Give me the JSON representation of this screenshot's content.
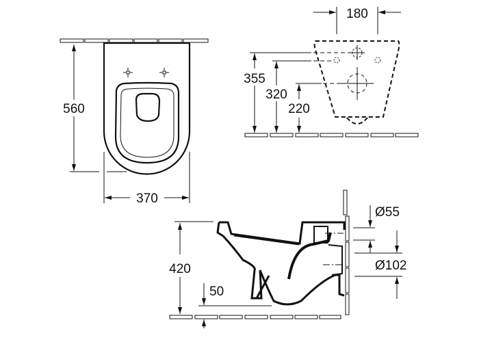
{
  "title": "Wall-hung toilet dimension drawing",
  "top_view": {
    "depth": "560",
    "width": "370"
  },
  "back_view": {
    "bolt_spacing": "180",
    "height_supply": "355",
    "height_bolts": "320",
    "height_outlet": "220"
  },
  "side_view": {
    "height": "420",
    "floor_clearance": "50",
    "inlet_diameter": "Ø55",
    "outlet_diameter": "Ø102"
  },
  "colors": {
    "line": "#111111",
    "background": "#ffffff"
  }
}
